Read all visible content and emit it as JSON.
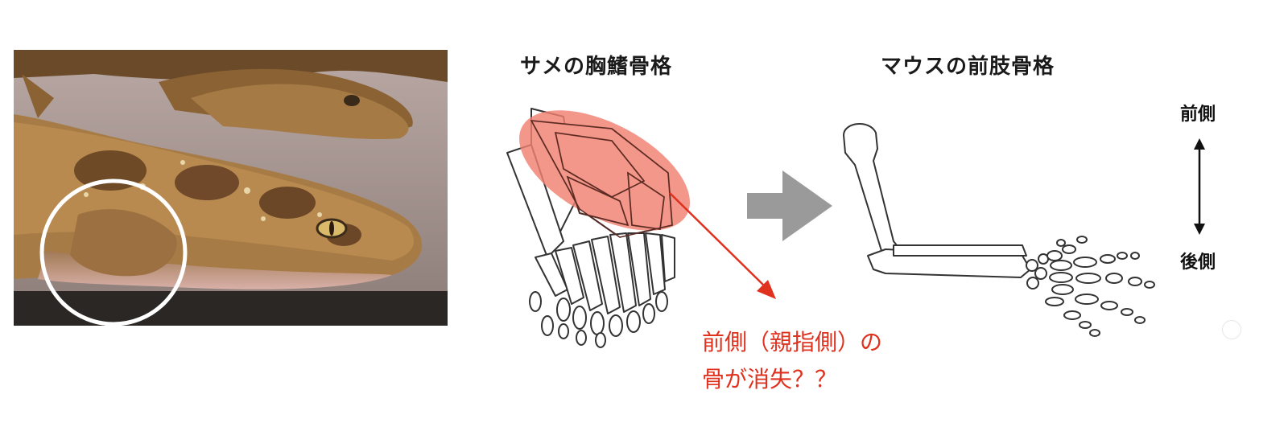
{
  "photo": {
    "icon": "shark-photo"
  },
  "titles": {
    "shark": "サメの胸鰭骨格",
    "mouse": "マウスの前肢骨格"
  },
  "axis": {
    "front": "前側",
    "back": "後側"
  },
  "annotation": {
    "line1": "前側（親指側）の",
    "line2": "骨が消失？？"
  },
  "colors": {
    "highlight": "#f08070",
    "arrow_red": "#e0301e",
    "arrow_gray": "#9a9a9a",
    "outline": "#333333"
  }
}
